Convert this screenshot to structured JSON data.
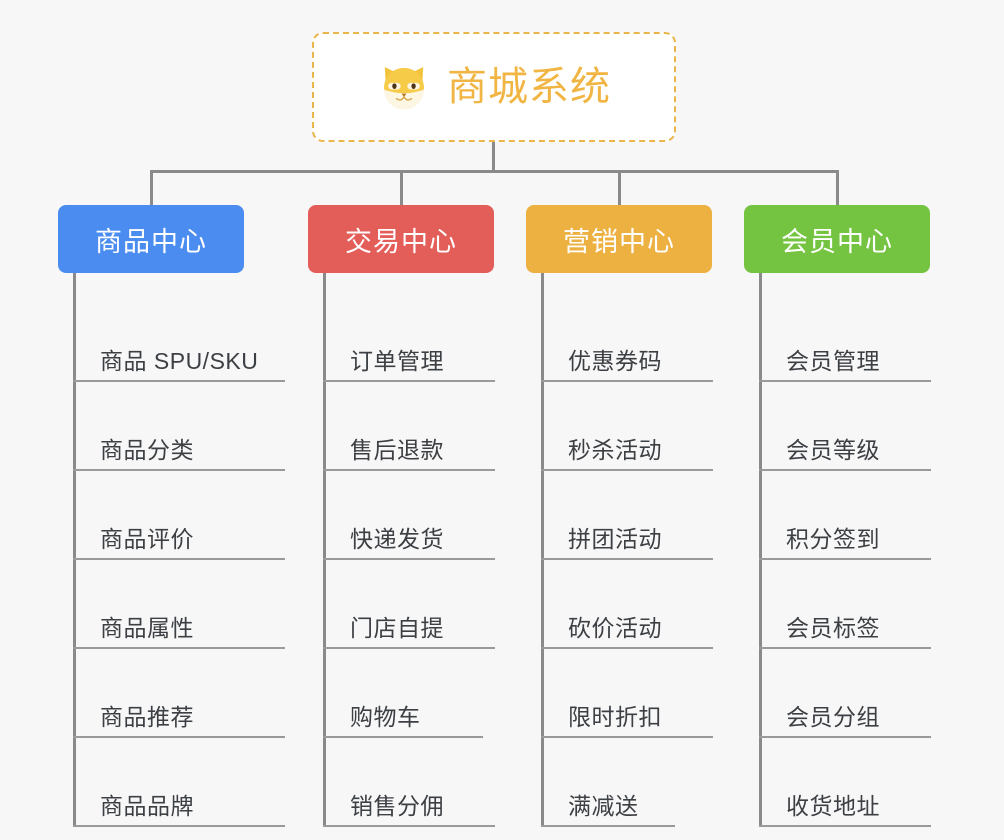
{
  "page": {
    "background": "#f7f7f7",
    "line_color": "#8a8a8a"
  },
  "root": {
    "title": "商城系统",
    "icon": "shiba-dog-icon",
    "border_color": "#eab54a",
    "text_color": "#f0b543"
  },
  "categories": [
    {
      "label": "商品中心",
      "color": "#4a8cf0",
      "item_width": "wide",
      "items": [
        "商品 SPU/SKU",
        "商品分类",
        "商品评价",
        "商品属性",
        "商品推荐",
        "商品品牌"
      ]
    },
    {
      "label": "交易中心",
      "color": "#e35d59",
      "item_width": "medium",
      "items": [
        "订单管理",
        "售后退款",
        "快递发货",
        "门店自提",
        "购物车",
        "销售分佣"
      ]
    },
    {
      "label": "营销中心",
      "color": "#edb142",
      "item_width": "medium",
      "items": [
        "优惠券码",
        "秒杀活动",
        "拼团活动",
        "砍价活动",
        "限时折扣",
        "满减送"
      ]
    },
    {
      "label": "会员中心",
      "color": "#75c441",
      "item_width": "medium",
      "items": [
        "会员管理",
        "会员等级",
        "积分签到",
        "会员标签",
        "会员分组",
        "收货地址"
      ]
    }
  ]
}
